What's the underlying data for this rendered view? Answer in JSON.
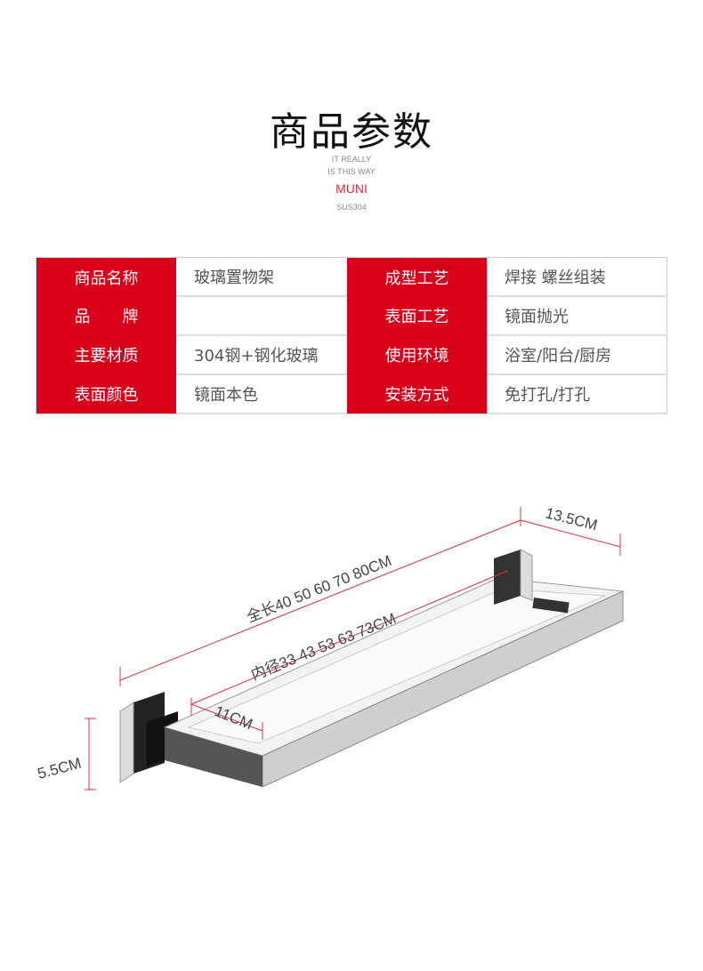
{
  "header": {
    "title": "商品参数",
    "line1": "IT REALLY",
    "line2": "IS THIS WAY",
    "brand": "MUNI",
    "line3": "SUS304"
  },
  "specs": [
    {
      "k1": "商品名称",
      "v1": "玻璃置物架",
      "k2": "成型工艺",
      "v2": "焊接 螺丝组装"
    },
    {
      "k1": "品　　牌",
      "v1": "",
      "k2": "表面工艺",
      "v2": "镜面抛光"
    },
    {
      "k1": "主要材质",
      "v1": "304钢+钢化玻璃",
      "k2": "使用环境",
      "v2": "浴室/阳台/厨房"
    },
    {
      "k1": "表面颜色",
      "v1": "镜面本色",
      "k2": "安装方式",
      "v2": "免打孔/打孔"
    }
  ],
  "dimensions": {
    "total_length": "全长40 50 60 70 80CM",
    "inner_length": "内径33 43 53 63 73CM",
    "depth": "13.5CM",
    "height": "5.5CM",
    "inner_depth": "11CM"
  },
  "colors": {
    "accent": "#d8001b",
    "dim_line": "#e0303a"
  }
}
